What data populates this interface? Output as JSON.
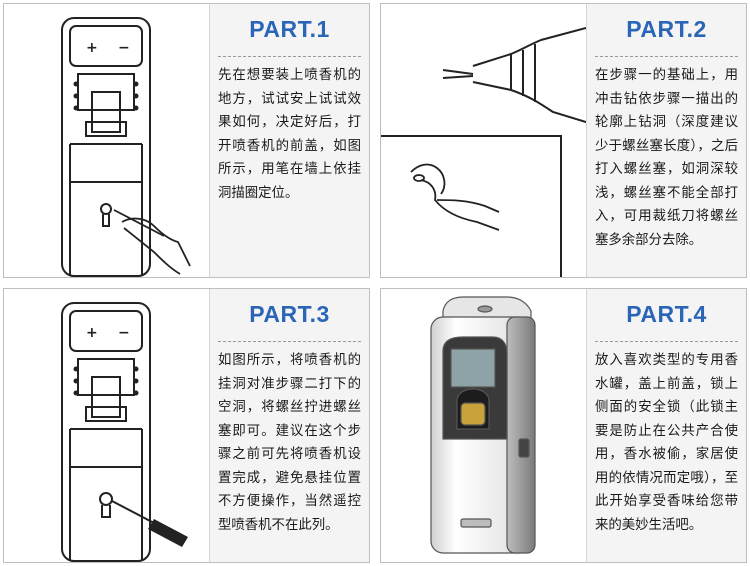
{
  "panels": [
    {
      "title": "PART.1",
      "text": "先在想要装上喷香机的地方，试试安上试试效果如何，决定好后，打开喷香机的前盖，如图所示，用笔在墙上依挂洞描圈定位。"
    },
    {
      "title": "PART.2",
      "text": "在步骤一的基础上，用冲击钻依步骤一描出的轮廓上钻洞（深度建议少于螺丝塞长度），之后打入螺丝塞，如洞深较浅，螺丝塞不能全部打入，可用裁纸刀将螺丝塞多余部分去除。"
    },
    {
      "title": "PART.3",
      "text": "如图所示，将喷香机的挂洞对准步骤二打下的空洞，将螺丝拧进螺丝塞即可。建议在这个步骤之前可先将喷香机设置完成，避免悬挂位置不方便操作，当然遥控型喷香机不在此列。"
    },
    {
      "title": "PART.4",
      "text": "放入喜欢类型的专用香水罐，盖上前盖，锁上侧面的安全锁（此锁主要是防止在公共产合使用，香水被偷，家居使用的依情况而定哦），至此开始享受香味给您带来的美妙生活吧。"
    }
  ],
  "icons": {
    "battery_plus": "+",
    "battery_minus": "−"
  }
}
